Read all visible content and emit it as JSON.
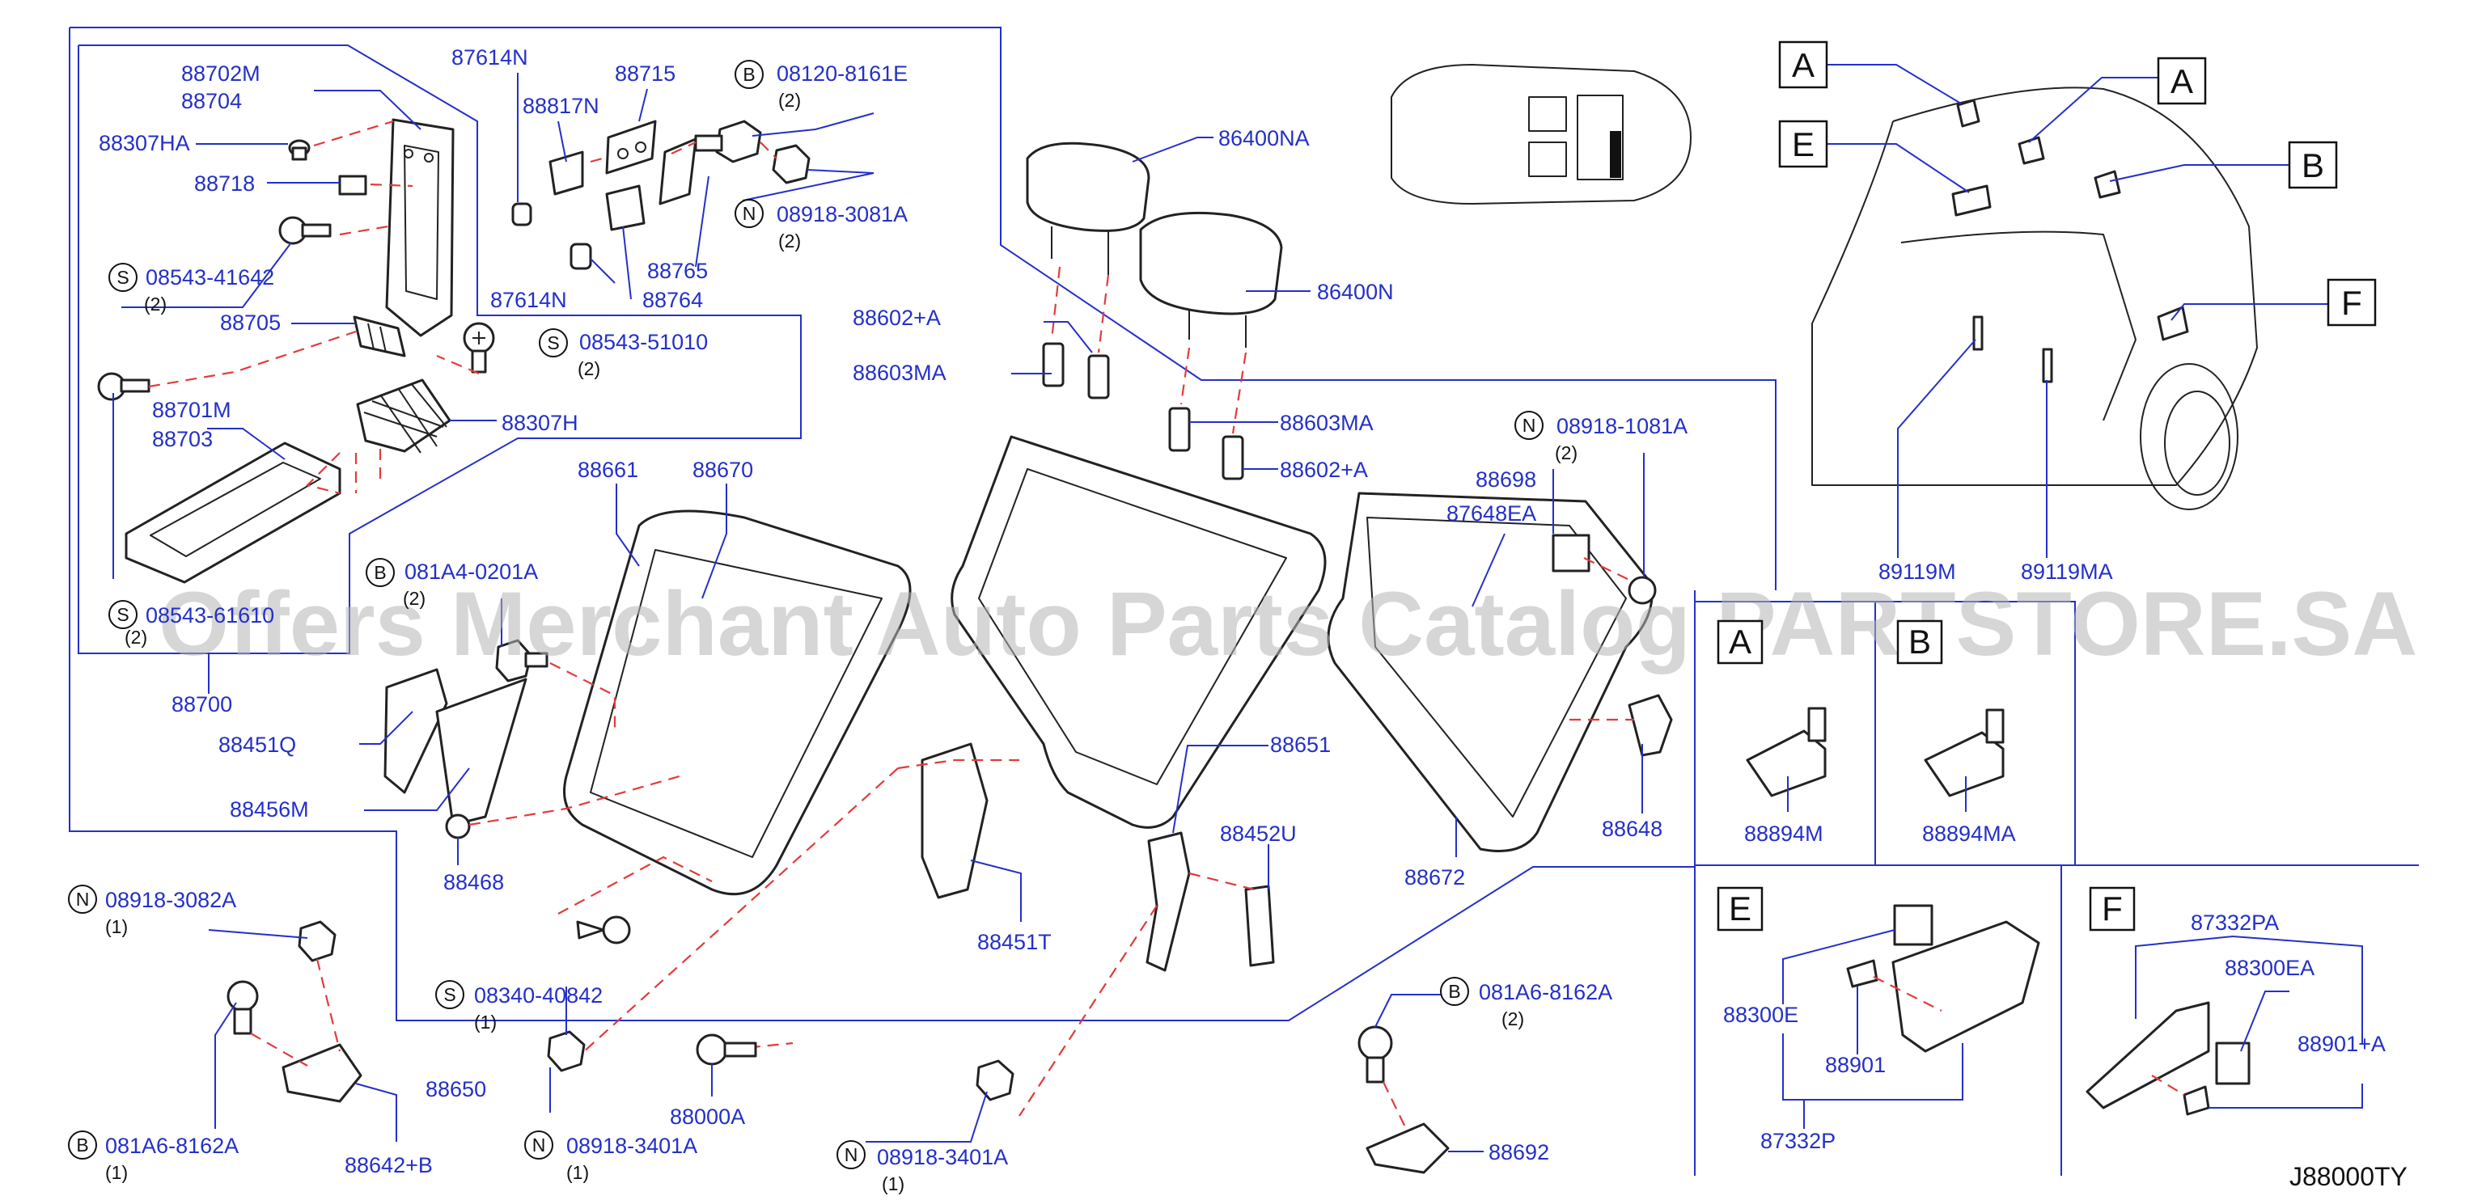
{
  "diagram_code": "J88000TY",
  "watermark": "Offers Merchant Auto Parts Catalog PARTSTORE.SA",
  "colors": {
    "label": "#2430c8",
    "ink": "#111111",
    "hidden_line": "#e23b3b",
    "watermark": "#b5b5b5"
  },
  "labels": {
    "p88702M": "88702M",
    "p88704": "88704",
    "p88307HA": "88307HA",
    "p88718": "88718",
    "p08543_41642": "08543-41642",
    "p08543_41642_qty": "(2)",
    "p88705": "88705",
    "p88701M": "88701M",
    "p88703": "88703",
    "p08543_61610": "08543-61610",
    "p08543_61610_qty": "(2)",
    "p88700": "88700",
    "p87614N_top": "87614N",
    "p88817N": "88817N",
    "p88715": "88715",
    "p08120_8161E": "08120-8161E",
    "p08120_8161E_qty": "(2)",
    "p08918_3081A": "08918-3081A",
    "p08918_3081A_qty": "(2)",
    "p88765": "88765",
    "p87614N_bot": "87614N",
    "p88764": "88764",
    "p08543_51010": "08543-51010",
    "p08543_51010_qty": "(2)",
    "p88307H": "88307H",
    "p86400NA": "86400NA",
    "p86400N": "86400N",
    "p88602A_left": "88602+A",
    "p88603MA_left": "88603MA",
    "p88603MA_right": "88603MA",
    "p88602A_right": "88602+A",
    "p88661": "88661",
    "p88670": "88670",
    "p081A4_0201A": "081A4-0201A",
    "p081A4_0201A_qty": "(2)",
    "p88451Q": "88451Q",
    "p88456M": "88456M",
    "p88468": "88468",
    "p88651": "88651",
    "p88452U": "88452U",
    "p88451T": "88451T",
    "p08918_1081A": "08918-1081A",
    "p08918_1081A_qty": "(2)",
    "p88698": "88698",
    "p87648EA": "87648EA",
    "p88648": "88648",
    "p88672": "88672",
    "p08918_3082A": "08918-3082A",
    "p08918_3082A_qty": "(1)",
    "p08340_40842": "08340-40842",
    "p08340_40842_qty": "(1)",
    "p88650": "88650",
    "p081A6_8162A_left": "081A6-8162A",
    "p081A6_8162A_left_qty": "(1)",
    "p88642B": "88642+B",
    "p08918_3401A_left": "08918-3401A",
    "p08918_3401A_left_qty": "(1)",
    "p88000A": "88000A",
    "p08918_3401A_mid": "08918-3401A",
    "p08918_3401A_mid_qty": "(1)",
    "p081A6_8162A_right": "081A6-8162A",
    "p081A6_8162A_right_qty": "(2)",
    "p88692": "88692",
    "p89119M": "89119M",
    "p89119MA": "89119MA",
    "p88894M": "88894M",
    "p88894MA": "88894MA",
    "p88300E": "88300E",
    "p88901": "88901",
    "p87332P": "87332P",
    "p87332PA": "87332PA",
    "p88300EA": "88300EA",
    "p88901A": "88901+A"
  },
  "prefix": {
    "S": "S",
    "B": "B",
    "N": "N"
  },
  "callouts": {
    "A": "A",
    "B": "B",
    "E": "E",
    "F": "F"
  }
}
